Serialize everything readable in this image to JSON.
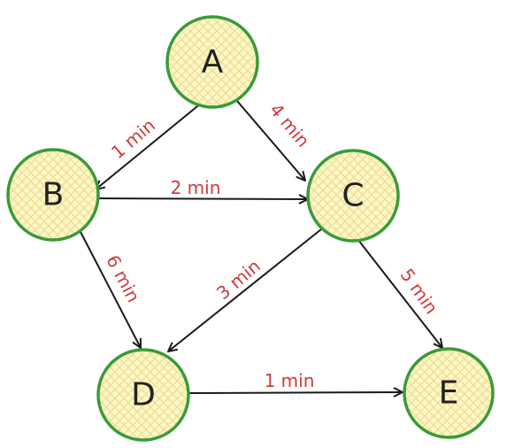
{
  "diagram": {
    "colors": {
      "node_stroke": "#3a9a3a",
      "node_fill": "#fdf6c8",
      "node_hatch": "#e9df8f",
      "edge": "#1a1a1a",
      "edge_label": "#d23a3a"
    },
    "nodes": [
      {
        "id": "A",
        "label": "A"
      },
      {
        "id": "B",
        "label": "B"
      },
      {
        "id": "C",
        "label": "C"
      },
      {
        "id": "D",
        "label": "D"
      },
      {
        "id": "E",
        "label": "E"
      }
    ],
    "edges": [
      {
        "from": "A",
        "to": "B",
        "label": "1 min"
      },
      {
        "from": "A",
        "to": "C",
        "label": "4 min"
      },
      {
        "from": "B",
        "to": "C",
        "label": "2 min"
      },
      {
        "from": "B",
        "to": "D",
        "label": "6 min"
      },
      {
        "from": "C",
        "to": "D",
        "label": "3 min"
      },
      {
        "from": "C",
        "to": "E",
        "label": "5 min"
      },
      {
        "from": "D",
        "to": "E",
        "label": "1 min"
      }
    ]
  }
}
